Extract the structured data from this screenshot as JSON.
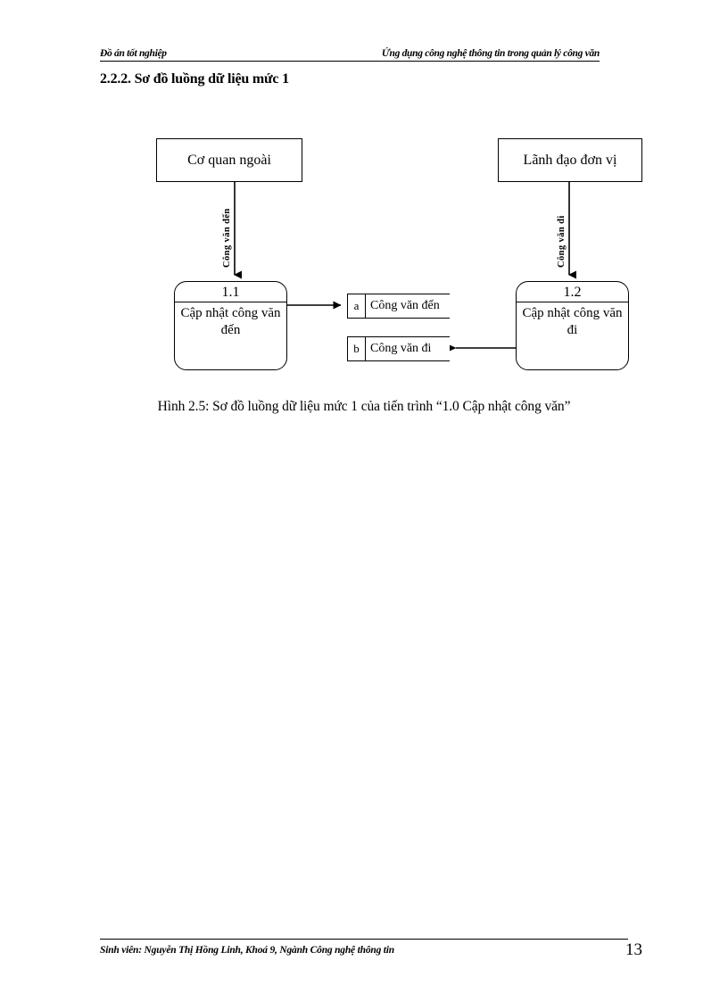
{
  "header": {
    "left": "Đồ án tốt nghiệp",
    "right": "Ứng dụng công nghệ thông tin trong quản lý công văn"
  },
  "heading": "2.2.2. Sơ đồ luồng dữ liệu mức 1",
  "diagram": {
    "entities": [
      {
        "id": "co-quan-ngoai",
        "label": "Cơ quan ngoài"
      },
      {
        "id": "lanh-dao-don-vi",
        "label": "Lãnh đạo đơn vị"
      }
    ],
    "processes": [
      {
        "id": "1.1",
        "number": "1.1",
        "label": "Cập nhật công văn đến"
      },
      {
        "id": "1.2",
        "number": "1.2",
        "label": "Cập nhật công văn đi"
      }
    ],
    "datastores": [
      {
        "key": "a",
        "name": "Công văn đến"
      },
      {
        "key": "b",
        "name": "Công văn đi"
      }
    ],
    "flows": [
      {
        "id": "cong-van-den",
        "label": "Công văn đến",
        "direction": "down"
      },
      {
        "id": "cong-van-di",
        "label": "Công văn đi",
        "direction": "down"
      }
    ]
  },
  "caption": "Hình 2.5: Sơ đồ luồng dữ liệu mức 1 của tiến trình “1.0 Cập nhật công văn”",
  "footer": {
    "text": "Sinh viên: Nguyễn Thị Hồng Linh, Khoá 9, Ngành Công nghệ thông tin",
    "page": "13"
  },
  "colors": {
    "ink": "#000000",
    "paper": "#ffffff"
  }
}
